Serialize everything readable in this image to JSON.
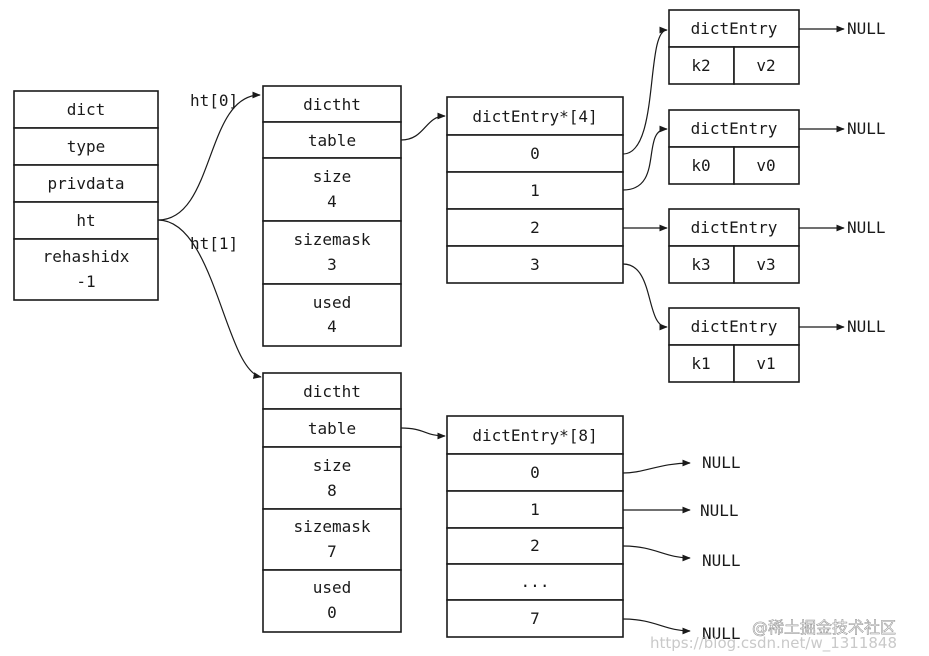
{
  "dict": {
    "fields": [
      "dict",
      "type",
      "privdata",
      "ht",
      "rehashidx",
      "-1"
    ]
  },
  "labels": {
    "ht0": "ht[0]",
    "ht1": "ht[1]"
  },
  "ht0": {
    "title": "dictht",
    "table": "table",
    "size_label": "size",
    "size_value": "4",
    "sizemask_label": "sizemask",
    "sizemask_value": "3",
    "used_label": "used",
    "used_value": "4"
  },
  "ht1": {
    "title": "dictht",
    "table": "table",
    "size_label": "size",
    "size_value": "8",
    "sizemask_label": "sizemask",
    "sizemask_value": "7",
    "used_label": "used",
    "used_value": "0"
  },
  "table4": {
    "title": "dictEntry*[4]",
    "slots": [
      "0",
      "1",
      "2",
      "3"
    ]
  },
  "table8": {
    "title": "dictEntry*[8]",
    "slots": [
      "0",
      "1",
      "2",
      "...",
      "7"
    ]
  },
  "entries": [
    {
      "title": "dictEntry",
      "key": "k2",
      "value": "v2",
      "next": "NULL"
    },
    {
      "title": "dictEntry",
      "key": "k0",
      "value": "v0",
      "next": "NULL"
    },
    {
      "title": "dictEntry",
      "key": "k3",
      "value": "v3",
      "next": "NULL"
    },
    {
      "title": "dictEntry",
      "key": "k1",
      "value": "v1",
      "next": "NULL"
    }
  ],
  "table8_nulls": [
    "NULL",
    "NULL",
    "NULL",
    "NULL"
  ],
  "watermark": {
    "text": "@稀土掘金技术社区",
    "url_fragment": "https://blog.csdn.net/w_1311848"
  }
}
